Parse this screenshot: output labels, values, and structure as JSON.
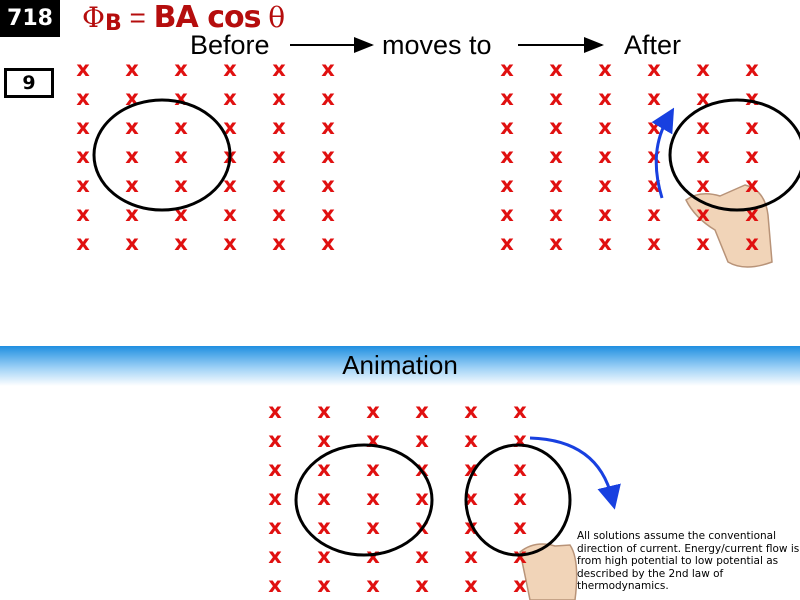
{
  "slide_number": "718",
  "sub_number": "9",
  "formula": {
    "lhs": "Φ",
    "subscript": "B",
    "equals": "=",
    "rhs": "BA cos",
    "theta": "θ"
  },
  "labels": {
    "before": "Before",
    "moves_to": "moves to",
    "after": "After"
  },
  "banner_title": "Animation",
  "field_symbol": "x",
  "note": "All solutions assume the conventional direction of current. Energy/current flow is from high potential to low potential as described by the 2nd law of thermodynamics.",
  "colors": {
    "field": "#e01010",
    "arrow": "#1840e0",
    "formula": "#b50d0d"
  }
}
